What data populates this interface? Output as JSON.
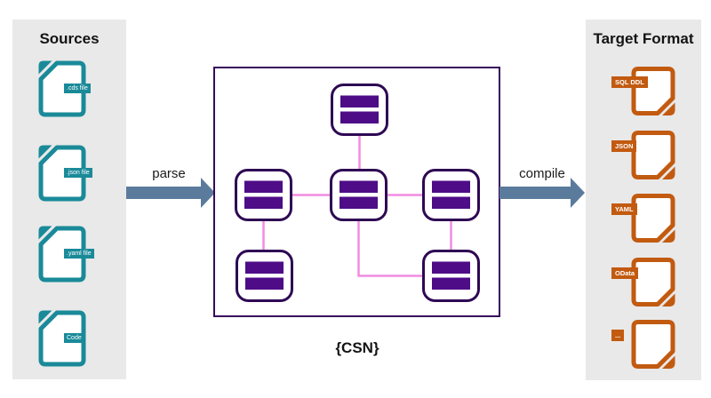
{
  "sources": {
    "header": "Sources",
    "items": [
      {
        "label": ".cds file"
      },
      {
        "label": ".json file"
      },
      {
        "label": ".yaml file"
      },
      {
        "label": "Code"
      }
    ]
  },
  "targets": {
    "header": "Target Format",
    "items": [
      {
        "label": "SQL DDL"
      },
      {
        "label": "JSON"
      },
      {
        "label": "YAML"
      },
      {
        "label": "OData"
      },
      {
        "label": "..."
      }
    ]
  },
  "flow": {
    "parse_label": "parse",
    "compile_label": "compile",
    "csn_label": "{CSN}"
  },
  "icons": {
    "source_file_icon": "document-folded-corner-top-left",
    "target_file_icon": "document-folded-corner-bottom-right",
    "flow_arrow_icon": "right-arrow",
    "entity_node_icon": "rounded-square-with-two-bars"
  },
  "colors": {
    "panel_gray": "#e9e9e9",
    "source_teal": "#1a8a99",
    "target_orange": "#c25a10",
    "arrow_slate": "#5b7b9d",
    "box_border_purple": "#38085c",
    "node_border_purple": "#2e0854",
    "node_bar_purple": "#4e0c87",
    "relation_pink": "#f18ce0",
    "text_black": "#141414"
  }
}
